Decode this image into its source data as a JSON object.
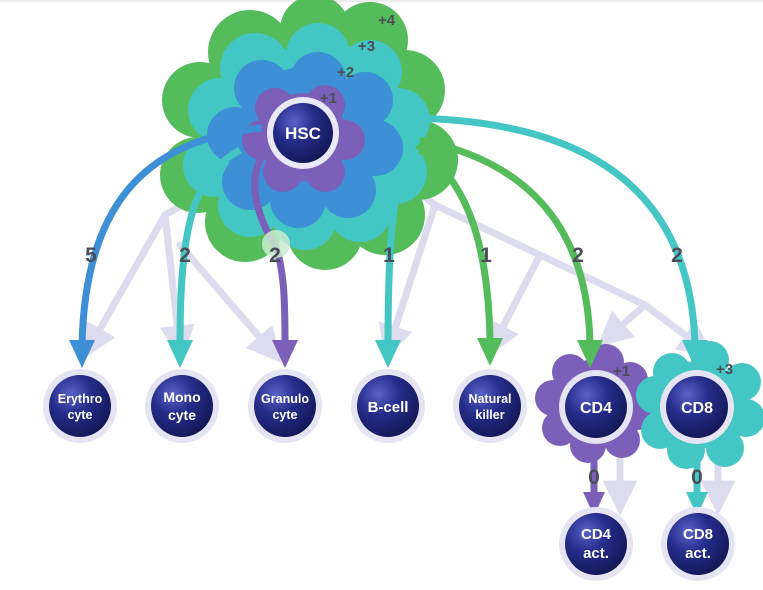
{
  "diagram": {
    "root": {
      "label": "HSC"
    },
    "levels": [
      "+4",
      "+3",
      "+2",
      "+1"
    ],
    "colors": {
      "green": "#55bc5b",
      "teal": "#44c6c4",
      "blue": "#3d8fd6",
      "purple": "#7b5fb8",
      "gray": "#dcdcee",
      "node": "#1a1f6e"
    },
    "nodes": [
      {
        "id": "erythrocyte",
        "lines": [
          "Erythro",
          "cyte"
        ]
      },
      {
        "id": "monocyte",
        "lines": [
          "Mono",
          "cyte"
        ]
      },
      {
        "id": "granulocyte",
        "lines": [
          "Granulo",
          "cyte"
        ]
      },
      {
        "id": "bcell",
        "lines": [
          "B-cell"
        ]
      },
      {
        "id": "natural-killer",
        "lines": [
          "Natural",
          "killer"
        ]
      },
      {
        "id": "cd4",
        "lines": [
          "CD4"
        ],
        "level": "+1"
      },
      {
        "id": "cd8",
        "lines": [
          "CD8"
        ],
        "level": "+3"
      },
      {
        "id": "cd4-act",
        "lines": [
          "CD4",
          "act."
        ]
      },
      {
        "id": "cd8-act",
        "lines": [
          "CD8",
          "act."
        ]
      }
    ],
    "edges": [
      {
        "to": "erythrocyte",
        "value": "5"
      },
      {
        "to": "monocyte",
        "value": "2"
      },
      {
        "to": "granulocyte",
        "value": "2"
      },
      {
        "to": "bcell",
        "value": "1"
      },
      {
        "to": "natural-killer",
        "value": "1"
      },
      {
        "to": "cd4",
        "value": "2"
      },
      {
        "to": "cd8",
        "value": "2"
      },
      {
        "to": "cd4-act",
        "value": "0"
      },
      {
        "to": "cd8-act",
        "value": "0"
      }
    ]
  }
}
